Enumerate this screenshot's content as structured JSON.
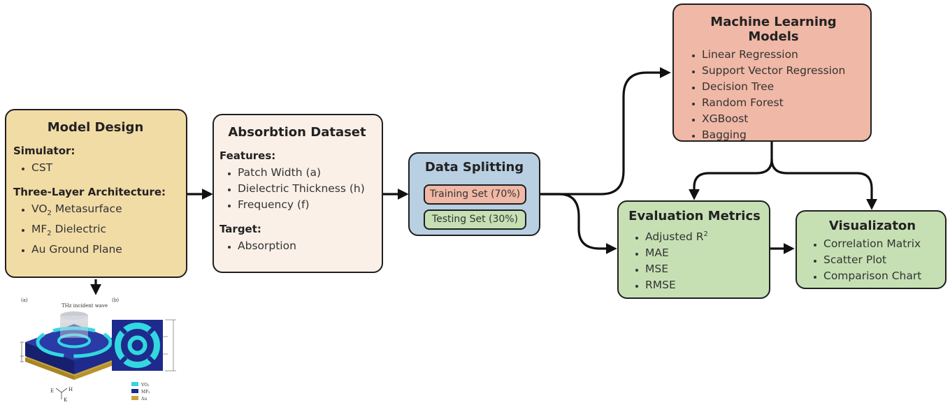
{
  "colors": {
    "model_design": "#f2dca6",
    "dataset": "#faf0e8",
    "splitting": "#b9cfe2",
    "ml_models": "#f0b8a6",
    "evaluation": "#c6e0b4",
    "visualization": "#c6e0b4",
    "training_pill": "#f0b8a6",
    "testing_pill": "#c6e0b4"
  },
  "model_design": {
    "title": "Model Design",
    "simulator_heading": "Simulator:",
    "simulator_items": [
      "CST"
    ],
    "architecture_heading": "Three-Layer Architecture:",
    "architecture_items": [
      {
        "pre": "VO",
        "sub": "2",
        "post": " Metasurface"
      },
      {
        "pre": "MF",
        "sub": "2",
        "post": " Dielectric"
      },
      {
        "pre": "Au Ground Plane",
        "sub": "",
        "post": ""
      }
    ]
  },
  "dataset": {
    "title": "Absorbtion Dataset",
    "features_heading": "Features:",
    "features": [
      "Patch Width (a)",
      "Dielectric Thickness (h)",
      "Frequency (f)"
    ],
    "target_heading": "Target:",
    "targets": [
      "Absorption"
    ]
  },
  "splitting": {
    "title": "Data Splitting",
    "training": "Training Set (70%)",
    "testing": "Testing Set (30%)"
  },
  "ml_models": {
    "title": "Machine Learning Models",
    "items": [
      "Linear Regression",
      "Support Vector Regression",
      "Decision Tree",
      "Random Forest",
      "XGBoost",
      "Bagging"
    ]
  },
  "evaluation": {
    "title": "Evaluation Metrics",
    "items": [
      {
        "pre": "Adjusted R",
        "sup": "2"
      },
      {
        "pre": "MAE",
        "sup": ""
      },
      {
        "pre": "MSE",
        "sup": ""
      },
      {
        "pre": "RMSE",
        "sup": ""
      }
    ]
  },
  "visualization": {
    "title": "Visualizaton",
    "items": [
      "Correlation Matrix",
      "Scatter Plot",
      "Comparison Chart"
    ]
  },
  "figure": {
    "panel_a_label": "(a)",
    "panel_b_label": "(b)",
    "incident_label": "THz incident wave",
    "axis_e": "E",
    "axis_h": "H",
    "axis_k": "K",
    "legend": [
      "VO₂",
      "MF₂",
      "Au"
    ],
    "legend_colors": [
      "#32d7e0",
      "#1e2a8c",
      "#c9a43a"
    ]
  }
}
